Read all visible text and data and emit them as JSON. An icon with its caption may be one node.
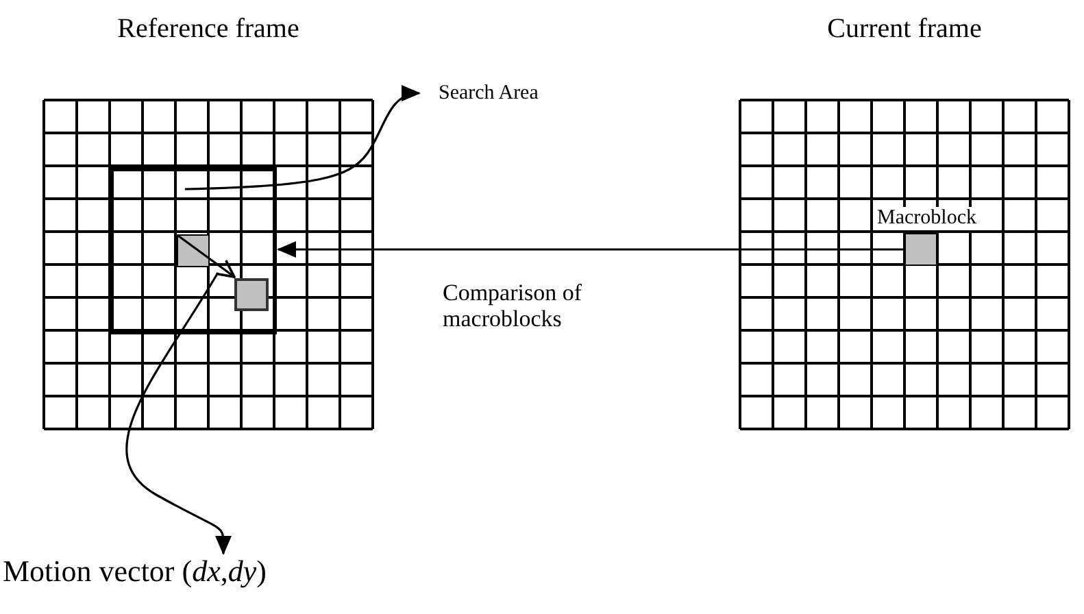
{
  "diagram": {
    "nodes": [
      {
        "text": [
          "Reference frame"
        ]
      },
      {
        "text": [],
        "shape": "box",
        "in": 0
      },
      {
        "text": [],
        "shape": "box",
        "in": 1
      },
      {
        "text": [],
        "shape": "box",
        "in": 1
      },
      {
        "text": [
          "Search Area"
        ]
      },
      {
        "text": [
          "Current frame"
        ]
      },
      {
        "text": [],
        "shape": "box",
        "in": 5,
        "beside": [
          "Macroblock"
        ]
      },
      {
        "text": [
          "Motion vector (*dx*,*dy*)"
        ]
      }
    ],
    "edges": [
      {
        "from": 1,
        "to": 4,
        "arrow": "to"
      },
      {
        "from": 6,
        "to": 1,
        "arrow": "to",
        "label": "Comparison of macroblocks"
      },
      {
        "from": 2,
        "to": 3,
        "arrow": "to"
      },
      {
        "from": 2,
        "to": 7,
        "arrow": "to"
      }
    ]
  }
}
